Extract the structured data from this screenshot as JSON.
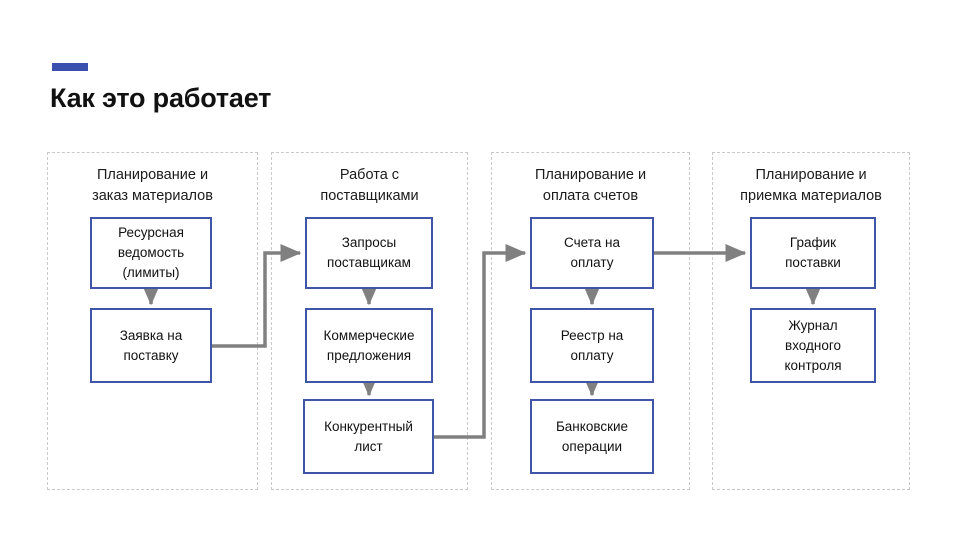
{
  "slide": {
    "title": "Как это работает",
    "accent_color": "#3b50ad",
    "box_border_color": "#3f55a8",
    "group_border_color": "#c9c9c9",
    "connector_color": "#808080",
    "background": "#ffffff"
  },
  "groups": [
    {
      "id": "group-1",
      "title": "Планирование и\nзаказ материалов",
      "boxes": [
        {
          "id": "box-resource",
          "label": "Ресурсная\nведомость\n(лимиты)"
        },
        {
          "id": "box-request",
          "label": "Заявка на\nпоставку"
        }
      ]
    },
    {
      "id": "group-2",
      "title": "Работа с\nпоставщиками",
      "boxes": [
        {
          "id": "box-inquiries",
          "label": "Запросы\nпоставщикам"
        },
        {
          "id": "box-offers",
          "label": "Коммерческие\nпредложения"
        },
        {
          "id": "box-comp-sheet",
          "label": "Конкурентный\nлист"
        }
      ]
    },
    {
      "id": "group-3",
      "title": "Планирование и\nоплата счетов",
      "boxes": [
        {
          "id": "box-invoices",
          "label": "Счета на\nоплату"
        },
        {
          "id": "box-registry",
          "label": "Реестр на\nоплату"
        },
        {
          "id": "box-bank-ops",
          "label": "Банковские\nоперации"
        }
      ]
    },
    {
      "id": "group-4",
      "title": "Планирование и\nприемка материалов",
      "boxes": [
        {
          "id": "box-schedule",
          "label": "График\nпоставки"
        },
        {
          "id": "box-journal",
          "label": "Журнал\nвходного\nконтроля"
        }
      ]
    }
  ],
  "connectors": [
    {
      "id": "arrow-resource-to-request",
      "kind": "vertical-arrow",
      "from": "box-resource",
      "to": "box-request"
    },
    {
      "id": "arrow-request-to-inquiries",
      "kind": "elbow-arrow",
      "from": "box-request",
      "to": "box-inquiries"
    },
    {
      "id": "arrow-inquiries-to-offers",
      "kind": "vertical-arrow",
      "from": "box-inquiries",
      "to": "box-offers"
    },
    {
      "id": "arrow-offers-to-comp-sheet",
      "kind": "vertical-arrow",
      "from": "box-offers",
      "to": "box-comp-sheet"
    },
    {
      "id": "arrow-comp-sheet-to-invoices",
      "kind": "elbow-arrow",
      "from": "box-comp-sheet",
      "to": "box-invoices"
    },
    {
      "id": "arrow-invoices-to-registry",
      "kind": "vertical-arrow",
      "from": "box-invoices",
      "to": "box-registry"
    },
    {
      "id": "arrow-registry-to-bank-ops",
      "kind": "vertical-arrow",
      "from": "box-registry",
      "to": "box-bank-ops"
    },
    {
      "id": "arrow-invoices-to-schedule",
      "kind": "horizontal-arrow",
      "from": "box-invoices",
      "to": "box-schedule"
    },
    {
      "id": "arrow-schedule-to-journal",
      "kind": "vertical-arrow",
      "from": "box-schedule",
      "to": "box-journal"
    }
  ]
}
